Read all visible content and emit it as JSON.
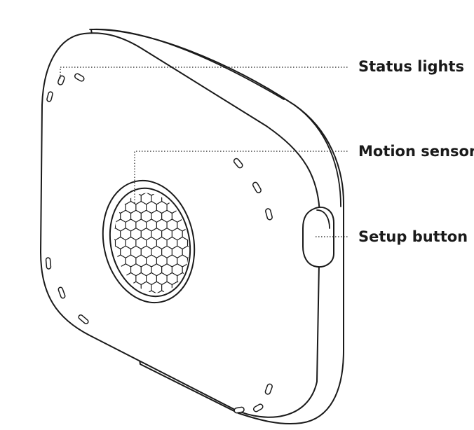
{
  "callouts": [
    {
      "id": "status-lights",
      "label": "Status lights"
    },
    {
      "id": "motion-sensor",
      "label": "Motion sensor"
    },
    {
      "id": "setup-button",
      "label": "Setup button"
    }
  ],
  "colors": {
    "line": "#1a1a1a",
    "background": "#ffffff"
  }
}
